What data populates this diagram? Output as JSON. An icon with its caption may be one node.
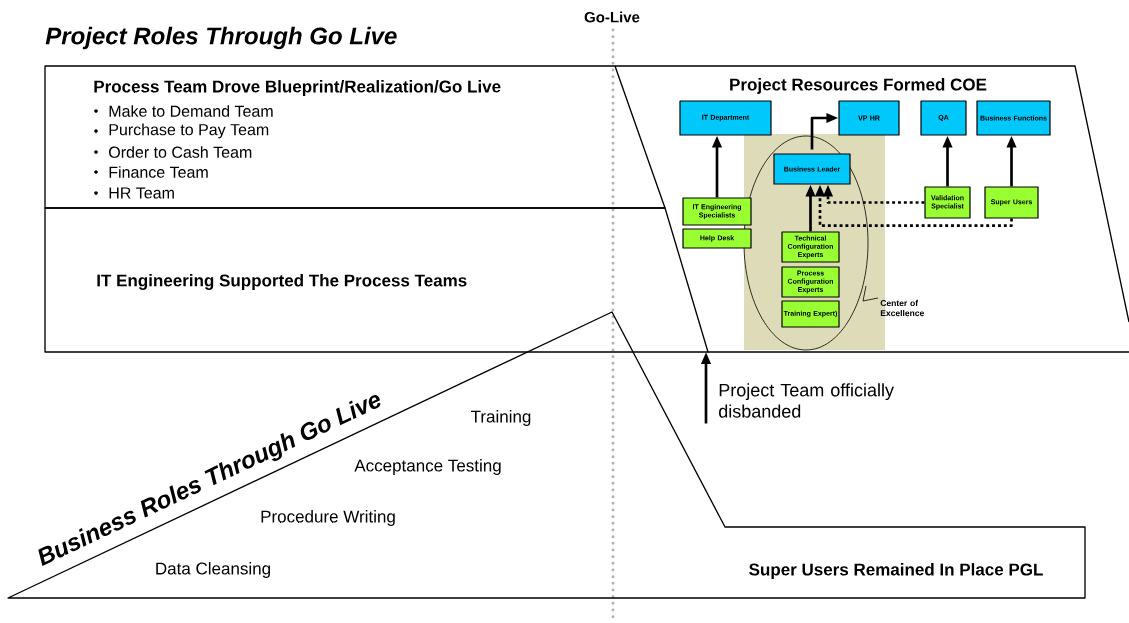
{
  "diagram": {
    "title": "Project Roles Through Go Live",
    "nodes": [
      {
        "text": [
          "Process Team Drove Blueprint/Realization/Go Live",
          "Make to Demand Team",
          "Purchase to Pay Team",
          "Order to Cash Team",
          "Finance Team",
          "HR Team"
        ]
      },
      {
        "text": [
          "IT Engineering Supported The Process Teams"
        ]
      },
      {
        "text": [
          "Project Resources Formed COE"
        ]
      },
      {
        "text": [
          "IT Department"
        ],
        "in": 2
      },
      {
        "text": [
          "VP HR"
        ],
        "in": 2
      },
      {
        "text": [
          "QA"
        ],
        "in": 2
      },
      {
        "text": [
          "Business Functions"
        ],
        "in": 2
      },
      {
        "text": [
          "Center of Excellence"
        ],
        "in": 2
      },
      {
        "text": [
          "Business Leader"
        ],
        "in": 7
      },
      {
        "text": [
          "IT Engineering Specialists"
        ],
        "in": 2
      },
      {
        "text": [
          "Help Desk"
        ],
        "in": 2
      },
      {
        "text": [
          "Validation Specialist"
        ],
        "in": 2
      },
      {
        "text": [
          "Super Users"
        ],
        "in": 2
      },
      {
        "text": [
          "Technical Configuration Experts"
        ],
        "in": 7
      },
      {
        "text": [
          "Process Configuration Experts"
        ],
        "in": 7
      },
      {
        "text": [
          "Training Expert)"
        ],
        "in": 7
      },
      {
        "text": [
          "Business Roles Through Go Live",
          "Training",
          "Acceptance Testing",
          "Procedure Writing",
          "Data Cleansing",
          "Super Users Remained In Place PGL"
        ]
      },
      {
        "text": [
          "Project Team officially disbanded"
        ]
      }
    ],
    "edges": [
      {
        "from": 9,
        "to": 3,
        "arrow": "to"
      },
      {
        "from": 8,
        "to": 4,
        "arrow": "to"
      },
      {
        "from": 11,
        "to": 5,
        "arrow": "to"
      },
      {
        "from": 12,
        "to": 6,
        "arrow": "to"
      },
      {
        "from": 13,
        "to": 8,
        "arrow": "to"
      },
      {
        "from": 11,
        "to": 8,
        "arrow": "to",
        "style": "dashed"
      },
      {
        "from": 12,
        "to": 8,
        "arrow": "to",
        "style": "dashed"
      },
      {
        "from": 17,
        "to": 2,
        "arrow": "to"
      }
    ],
    "labels": [
      "Go-Live"
    ]
  }
}
